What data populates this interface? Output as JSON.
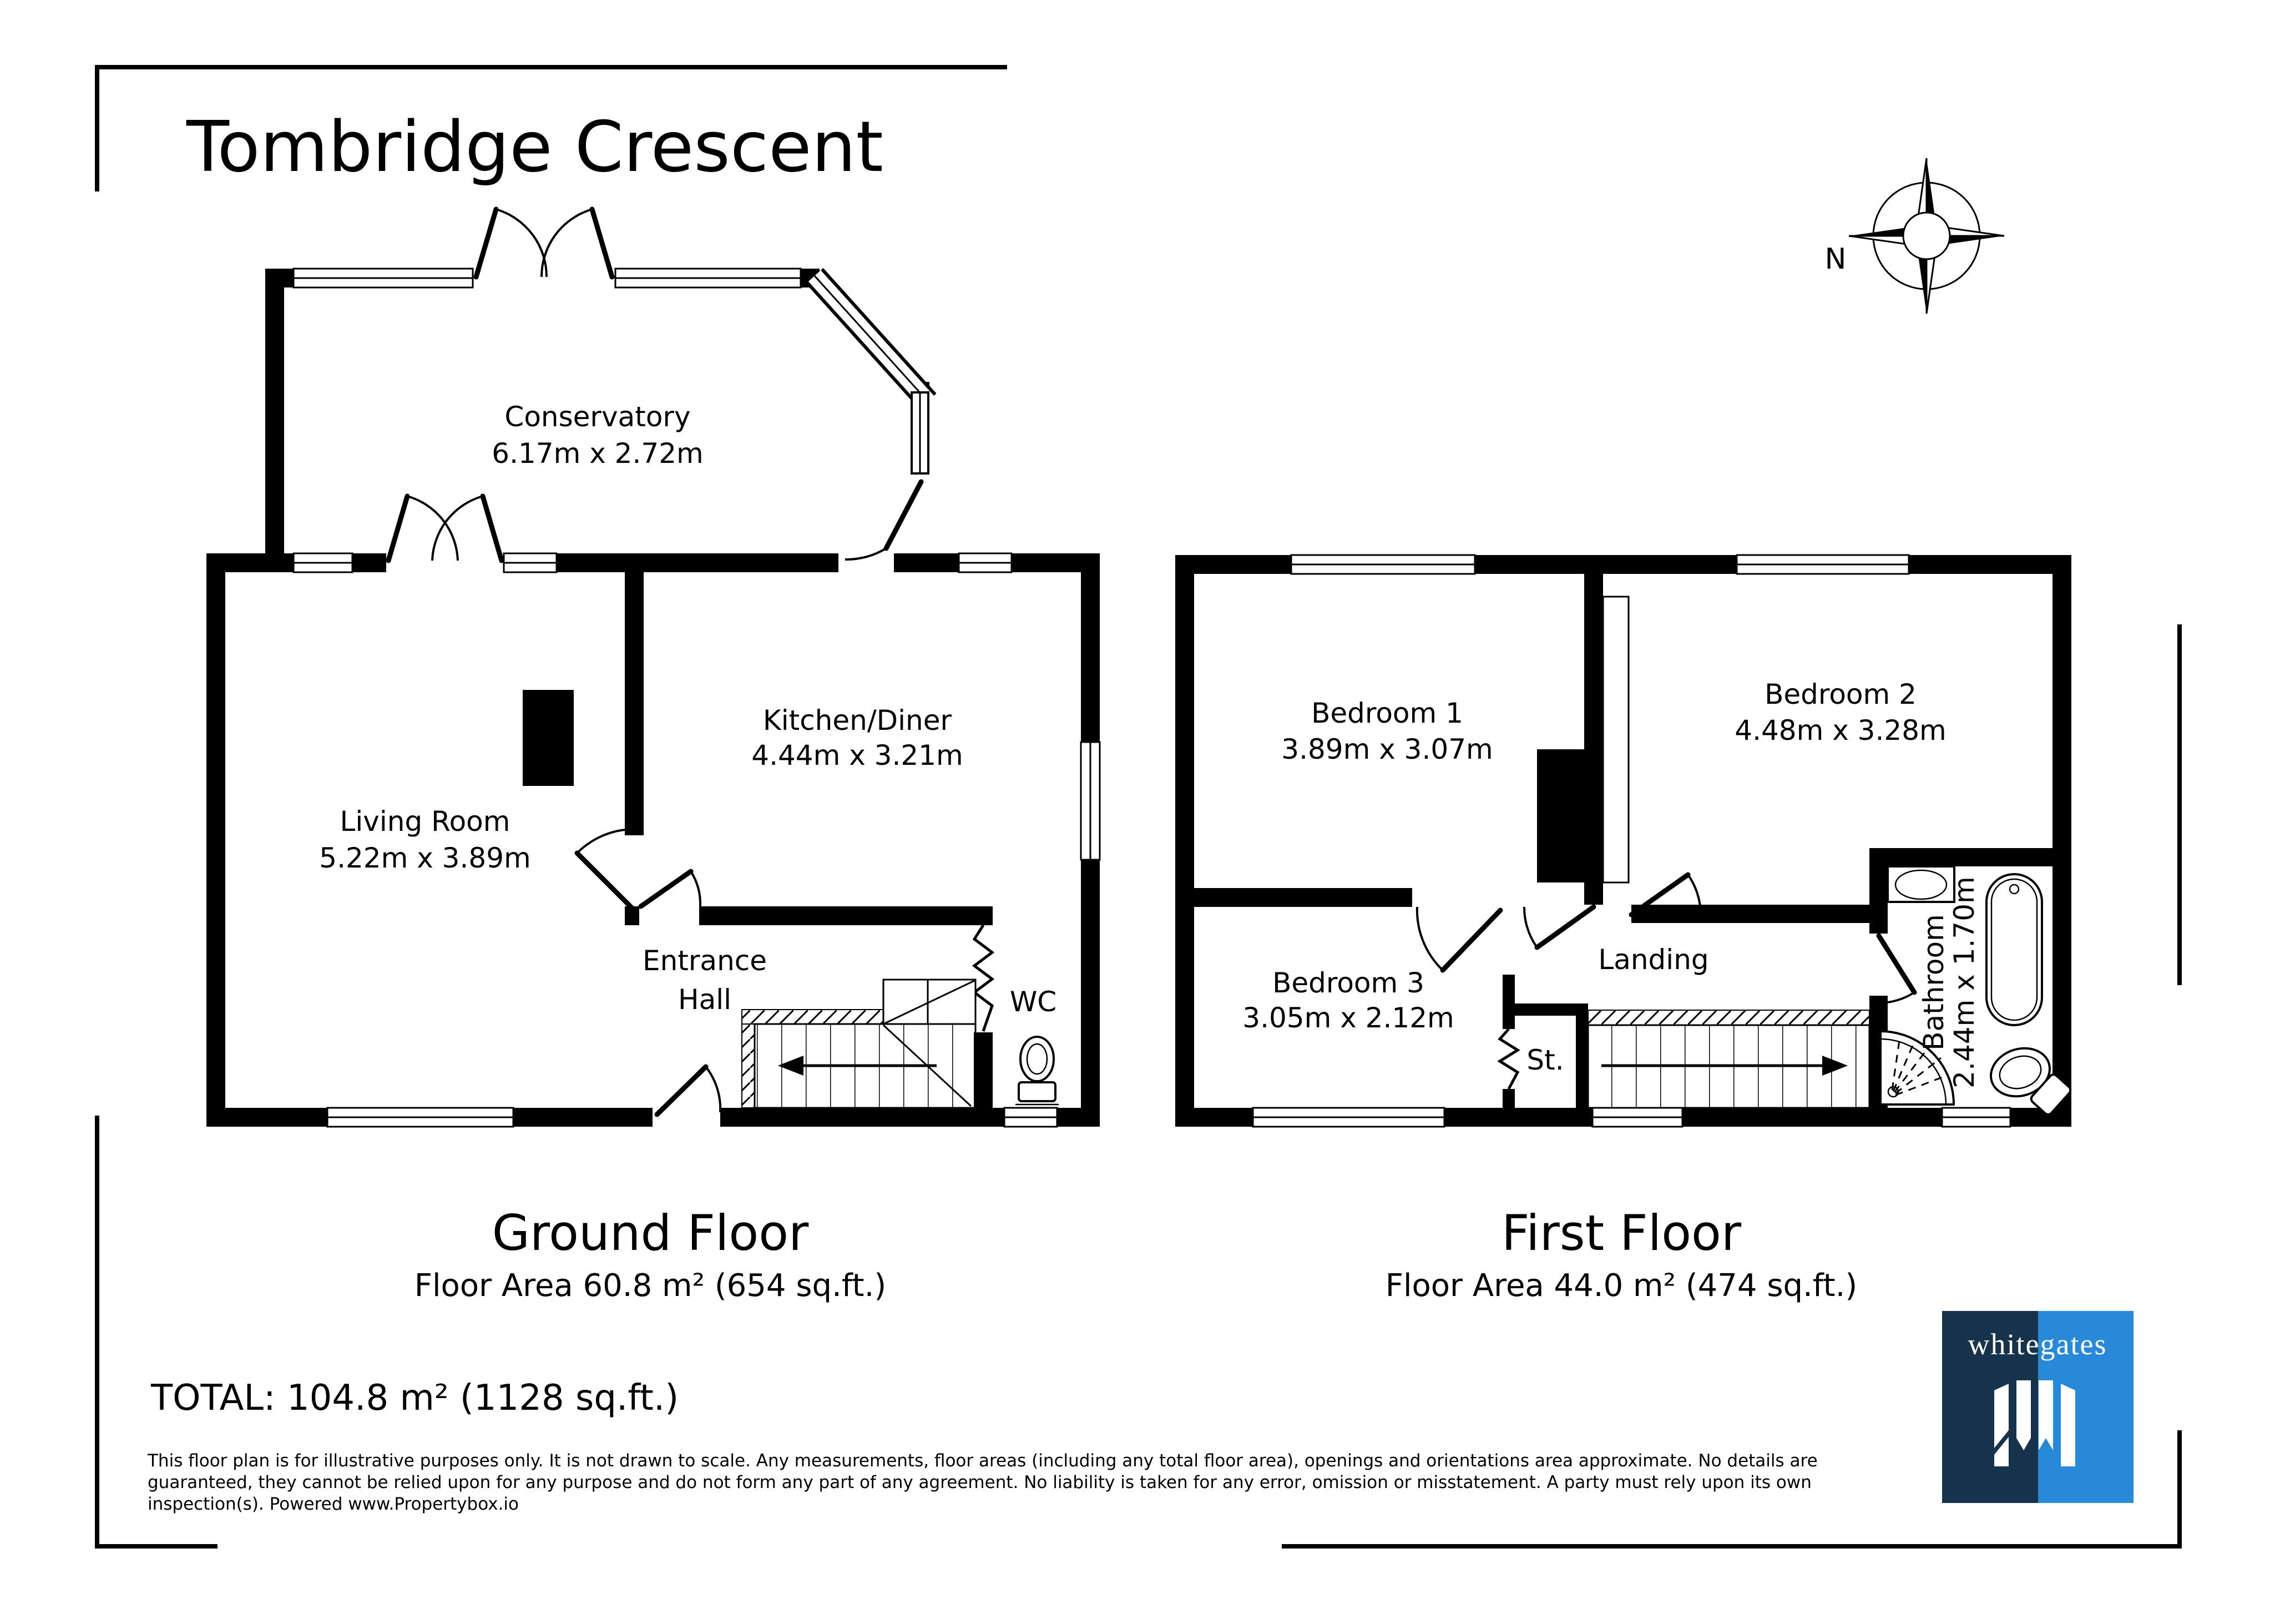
{
  "title": "Tombridge Crescent",
  "compass": {
    "north_label": "N"
  },
  "floors": {
    "ground": {
      "heading": "Ground Floor",
      "area": "Floor Area 60.8 m² (654 sq.ft.)",
      "rooms": {
        "conservatory": {
          "name": "Conservatory",
          "dims": "6.17m x 2.72m"
        },
        "living_room": {
          "name": "Living Room",
          "dims": "5.22m x 3.89m"
        },
        "kitchen_diner": {
          "name": "Kitchen/Diner",
          "dims": "4.44m x 3.21m"
        },
        "entrance_hall": {
          "line1": "Entrance",
          "line2": "Hall"
        },
        "wc": {
          "name": "WC"
        }
      }
    },
    "first": {
      "heading": "First Floor",
      "area": "Floor Area 44.0 m² (474 sq.ft.)",
      "rooms": {
        "bedroom1": {
          "name": "Bedroom 1",
          "dims": "3.89m x 3.07m"
        },
        "bedroom2": {
          "name": "Bedroom 2",
          "dims": "4.48m x 3.28m"
        },
        "bedroom3": {
          "name": "Bedroom 3",
          "dims": "3.05m x 2.12m"
        },
        "landing": {
          "name": "Landing"
        },
        "store": {
          "name": "St."
        },
        "bathroom": {
          "name": "Bathroom",
          "dims": "2.44m x 1.70m"
        }
      }
    }
  },
  "total": "TOTAL: 104.8 m² (1128 sq.ft.)",
  "disclaimer_lines": [
    "This floor plan is for illustrative purposes only. It is not drawn to scale. Any measurements, floor areas (including any total floor area), openings and orientations area approximate. No details are",
    "guaranteed, they cannot be relied upon for any purpose and do not form any part of any agreement. No liability is taken for any error, omission or misstatement. A party must rely upon its own",
    "inspection(s). Powered www.Propertybox.io"
  ],
  "logo": {
    "brand": "whitegates",
    "colors": {
      "navy": "#17334c",
      "blue": "#2789d7"
    }
  }
}
